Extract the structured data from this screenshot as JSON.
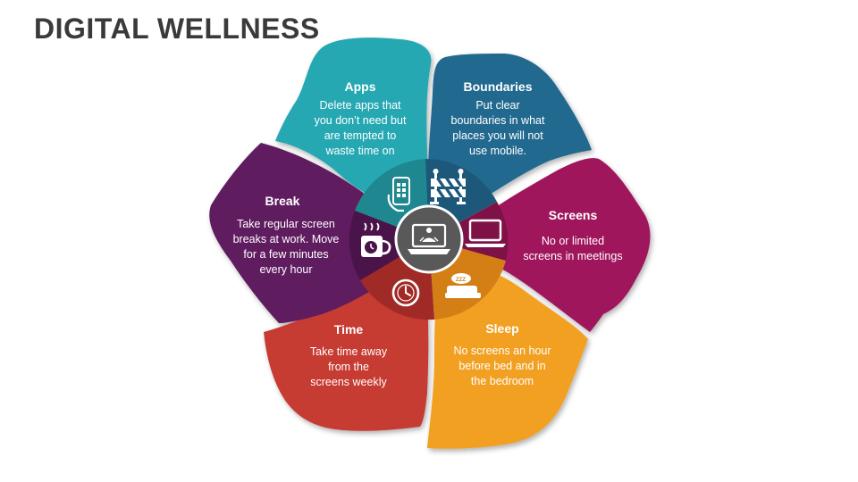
{
  "title": "DIGITAL WELLNESS",
  "segments": [
    {
      "key": "apps",
      "heading": "Apps",
      "lines": [
        "Delete apps that",
        "you don’t need but",
        "are tempted to",
        "waste time on"
      ],
      "color": "#27A8B3",
      "icon": "smartphone-icon"
    },
    {
      "key": "boundaries",
      "heading": "Boundaries",
      "lines": [
        "Put clear",
        "boundaries in what",
        "places you will not",
        "use mobile."
      ],
      "color": "#23698F",
      "icon": "barrier-icon"
    },
    {
      "key": "screens",
      "heading": "Screens",
      "lines": [
        "No or limited",
        "screens in meetings"
      ],
      "color": "#A0195B",
      "icon": "laptop-icon"
    },
    {
      "key": "sleep",
      "heading": "Sleep",
      "lines": [
        "No screens an hour",
        "before bed and in",
        "the bedroom"
      ],
      "color": "#F2A024",
      "icon": "bed-icon"
    },
    {
      "key": "time",
      "heading": "Time",
      "lines": [
        "Take time away",
        "from the",
        "screens weekly"
      ],
      "color": "#C63A33",
      "icon": "clock-icon"
    },
    {
      "key": "break",
      "heading": "Break",
      "lines": [
        "Take regular screen",
        "breaks at work. Move",
        "for a few minutes",
        "every hour"
      ],
      "color": "#5E1D5E",
      "icon": "coffee-cup-icon"
    }
  ],
  "center": {
    "icon": "laptop-meditation-icon",
    "color": "#595959"
  }
}
